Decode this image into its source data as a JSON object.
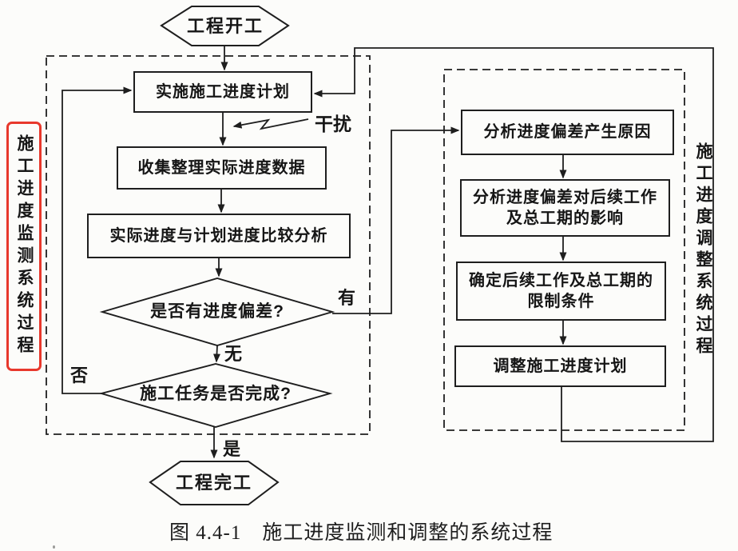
{
  "page": {
    "caption": "图 4.4-1　施工进度监测和调整的系统过程"
  },
  "terminals": {
    "start": "工程开工",
    "end": "工程完工"
  },
  "monitoring": {
    "side_label": "施工进度监测系统过程",
    "steps": {
      "implement": "实施施工进度计划",
      "collect": "收集整理实际进度数据",
      "compare": "实际进度与计划进度比较分析"
    },
    "decisions": {
      "deviation": "是否有进度偏差?",
      "finished": "施工任务是否完成?"
    }
  },
  "adjustment": {
    "side_label": "施工进度调整系统过程",
    "steps": {
      "analyze_cause": "分析进度偏差产生原因",
      "analyze_impact": "分析进度偏差对后续工作\n及总工期的影响",
      "determine_constraints": "确定后续工作及总工期的\n限制条件",
      "adjust_plan": "调整施工进度计划"
    }
  },
  "edge_labels": {
    "disturbance": "干扰",
    "has_deviation": "有",
    "no_deviation": "无",
    "task_not_finished": "否",
    "task_finished": "是"
  },
  "colors": {
    "line": "#1e1e1e",
    "highlight": "#e8382c",
    "background": "#fcfcfa"
  }
}
